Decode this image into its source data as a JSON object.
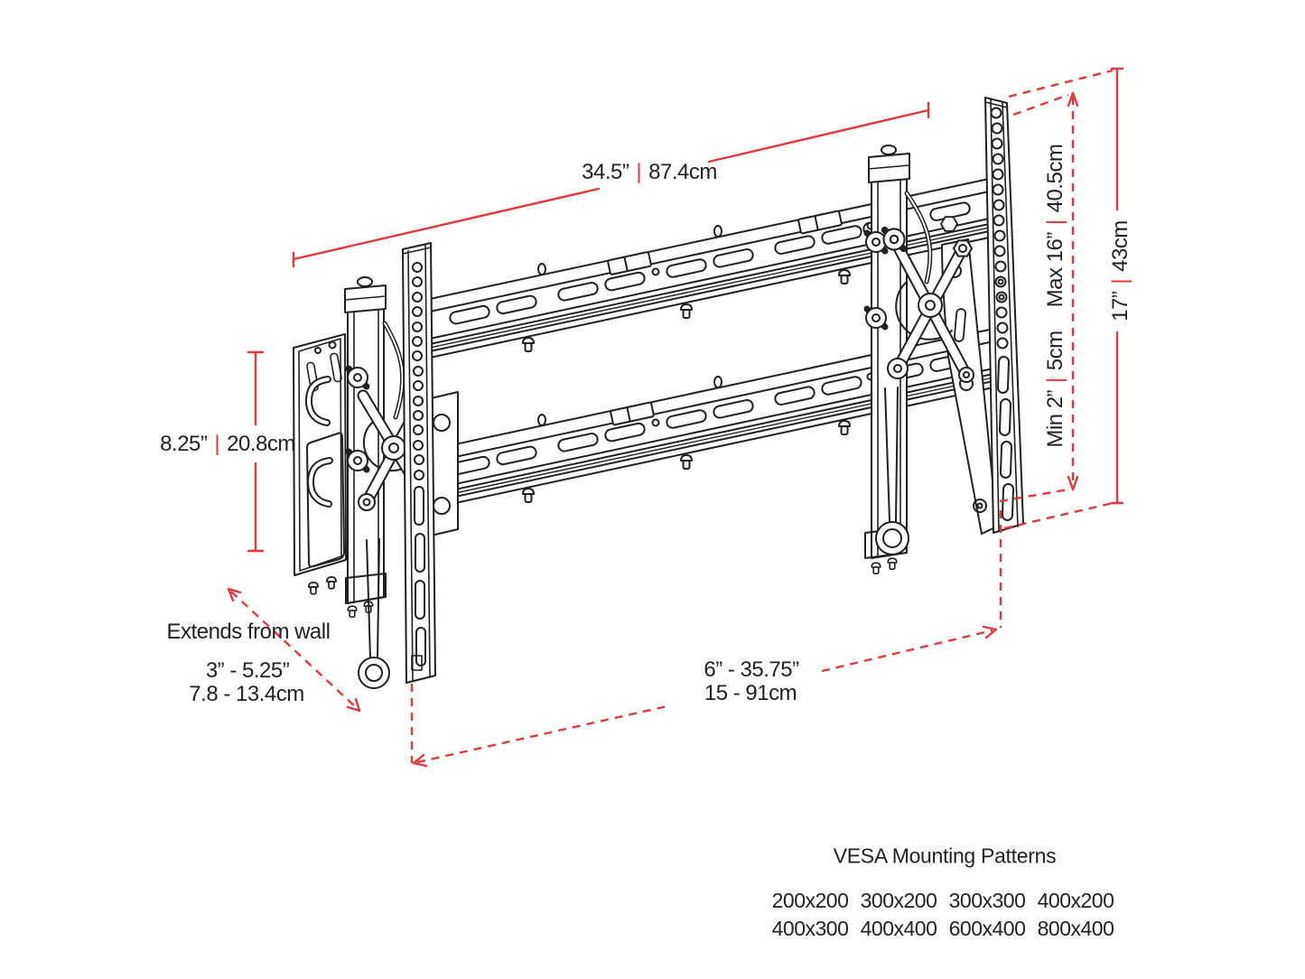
{
  "colors": {
    "red": "#e2383c",
    "ink": "#231f20"
  },
  "dimensions": {
    "top_width": {
      "in": "34.5”",
      "sep": "|",
      "cm": "87.4cm"
    },
    "left_height": {
      "in": "8.25”",
      "sep": "|",
      "cm": "20.8cm"
    },
    "extends": {
      "label": "Extends from wall",
      "in": "3” - 5.25”",
      "cm": "7.8 - 13.4cm"
    },
    "bottom_range": {
      "in": "6” - 35.75”",
      "cm": "15 - 91cm"
    },
    "max_height": {
      "in": "Max 16”",
      "sep": "|",
      "cm": "40.5cm"
    },
    "min_height": {
      "in": "Min 2”",
      "sep": "|",
      "cm": "5cm"
    },
    "right_height": {
      "in": "17”",
      "sep": "|",
      "cm": "43cm"
    }
  },
  "vesa": {
    "title": "VESA Mounting Patterns",
    "rows": [
      [
        "200x200",
        "300x200",
        "300x300",
        "400x200"
      ],
      [
        "400x300",
        "400x400",
        "600x400",
        "800x400"
      ]
    ]
  }
}
